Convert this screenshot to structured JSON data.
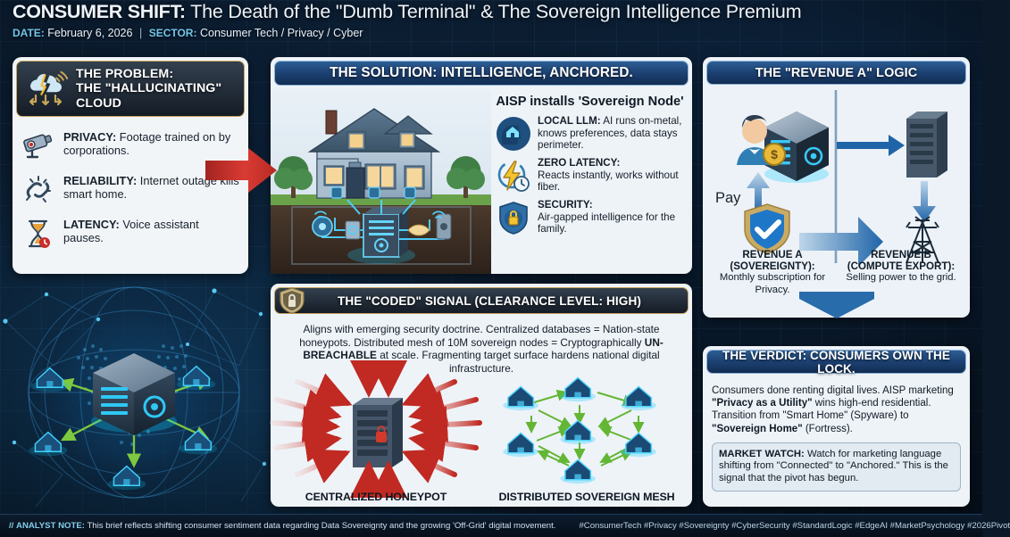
{
  "header": {
    "title_strong": "CONSUMER SHIFT:",
    "title_rest": " The Death of the \"Dumb Terminal\" & The Sovereign Intelligence Premium",
    "date_label": "DATE:",
    "date_value": "February 6, 2026",
    "separator": "|",
    "sector_label": "SECTOR:",
    "sector_value": "Consumer Tech / Privacy / Cyber"
  },
  "problem": {
    "heading": "THE PROBLEM:\nTHE \"HALLUCINATING\"\nCLOUD",
    "heading_line1": "THE PROBLEM:",
    "heading_line2": "THE \"HALLUCINATING\"",
    "heading_line3": "CLOUD",
    "icon": "broken-cloud-icon",
    "items": [
      {
        "icon": "cctv-camera-icon",
        "label": "PRIVACY:",
        "text": " Footage trained on by corporations."
      },
      {
        "icon": "broken-chain-icon",
        "label": "RELIABILITY:",
        "text": " Internet outage kills smart home."
      },
      {
        "icon": "hourglass-icon",
        "label": "LATENCY:",
        "text": " Voice assistant pauses."
      }
    ]
  },
  "solution": {
    "heading": "THE SOLUTION: INTELLIGENCE, ANCHORED.",
    "subtitle": "AISP installs 'Sovereign Node'",
    "items": [
      {
        "icon": "head-home-icon",
        "label": "LOCAL LLM:",
        "text": " AI runs on-metal, knows preferences, data stays perimeter."
      },
      {
        "icon": "lightning-clock-icon",
        "label": "ZERO LATENCY:",
        "text": " Reacts instantly, works without fiber."
      },
      {
        "icon": "shield-lock-icon",
        "label": "SECURITY:",
        "text": " Air-gapped intelligence for the family."
      }
    ]
  },
  "revenue": {
    "heading": "THE \"REVENUE A\" LOGIC",
    "pay_label": "Pay",
    "revenue_a": {
      "title_line1": "REVENUE A",
      "title_line2": "(SOVEREIGNTY):",
      "body": "Monthly subscription for Privacy."
    },
    "revenue_b": {
      "title_line1": "REVENUE B",
      "title_line2": "(COMPUTE EXPORT):",
      "body": "Selling power to the grid."
    }
  },
  "coded": {
    "heading": "THE \"CODED\" SIGNAL (CLEARANCE LEVEL: HIGH)",
    "icon": "shield-lock-badge-icon",
    "paragraph_1": "Aligns with emerging security doctrine. Centralized databases = Nation-state honeypots. Distributed mesh of 10M sovereign nodes = Cryptographically ",
    "paragraph_bold": "UN-BREACHABLE",
    "paragraph_2": " at scale. Fragmenting target surface hardens national digital infrastructure.",
    "figure_left_label": "CENTRALIZED HONEYPOT",
    "figure_right_label": "DISTRIBUTED SOVEREIGN MESH"
  },
  "verdict": {
    "heading": "THE VERDICT: CONSUMERS OWN THE LOCK.",
    "para_a": "Consumers done renting digital lives. AISP marketing ",
    "para_bold_1": "\"Privacy as a Utility\"",
    "para_b": " wins high-end residential. Transition from \"Smart Home\" (Spyware) to ",
    "para_bold_2": "\"Sovereign Home\"",
    "para_c": " (Fortress).",
    "market_watch_label": "MARKET WATCH:",
    "market_watch_text": " Watch for marketing language shifting from \"Connected\" to \"Anchored.\" This is the signal that the pivot has begun."
  },
  "ticker": {
    "slashes": "//",
    "note_label": "ANALYST NOTE:",
    "note_text": " This brief reflects shifting consumer sentiment data regarding Data Sovereignty and the growing 'Off-Grid' digital movement.",
    "hashtags": "#ConsumerTech #Privacy #Sovereignty #CyberSecurity #StandardLogic #EdgeAI #MarketPsychology #2026Pivot"
  },
  "colors": {
    "background": "#0a1828",
    "panel_background": "#eef3f8",
    "header_blue": "#1d4274",
    "header_dark": "#222c38",
    "gold_border": "#c6a560",
    "accent_cyan": "#74c6ea",
    "accent_red": "#c8342c",
    "accent_green": "#6fbf3f",
    "text_dark": "#101a24",
    "text_light": "#eef4fb"
  }
}
